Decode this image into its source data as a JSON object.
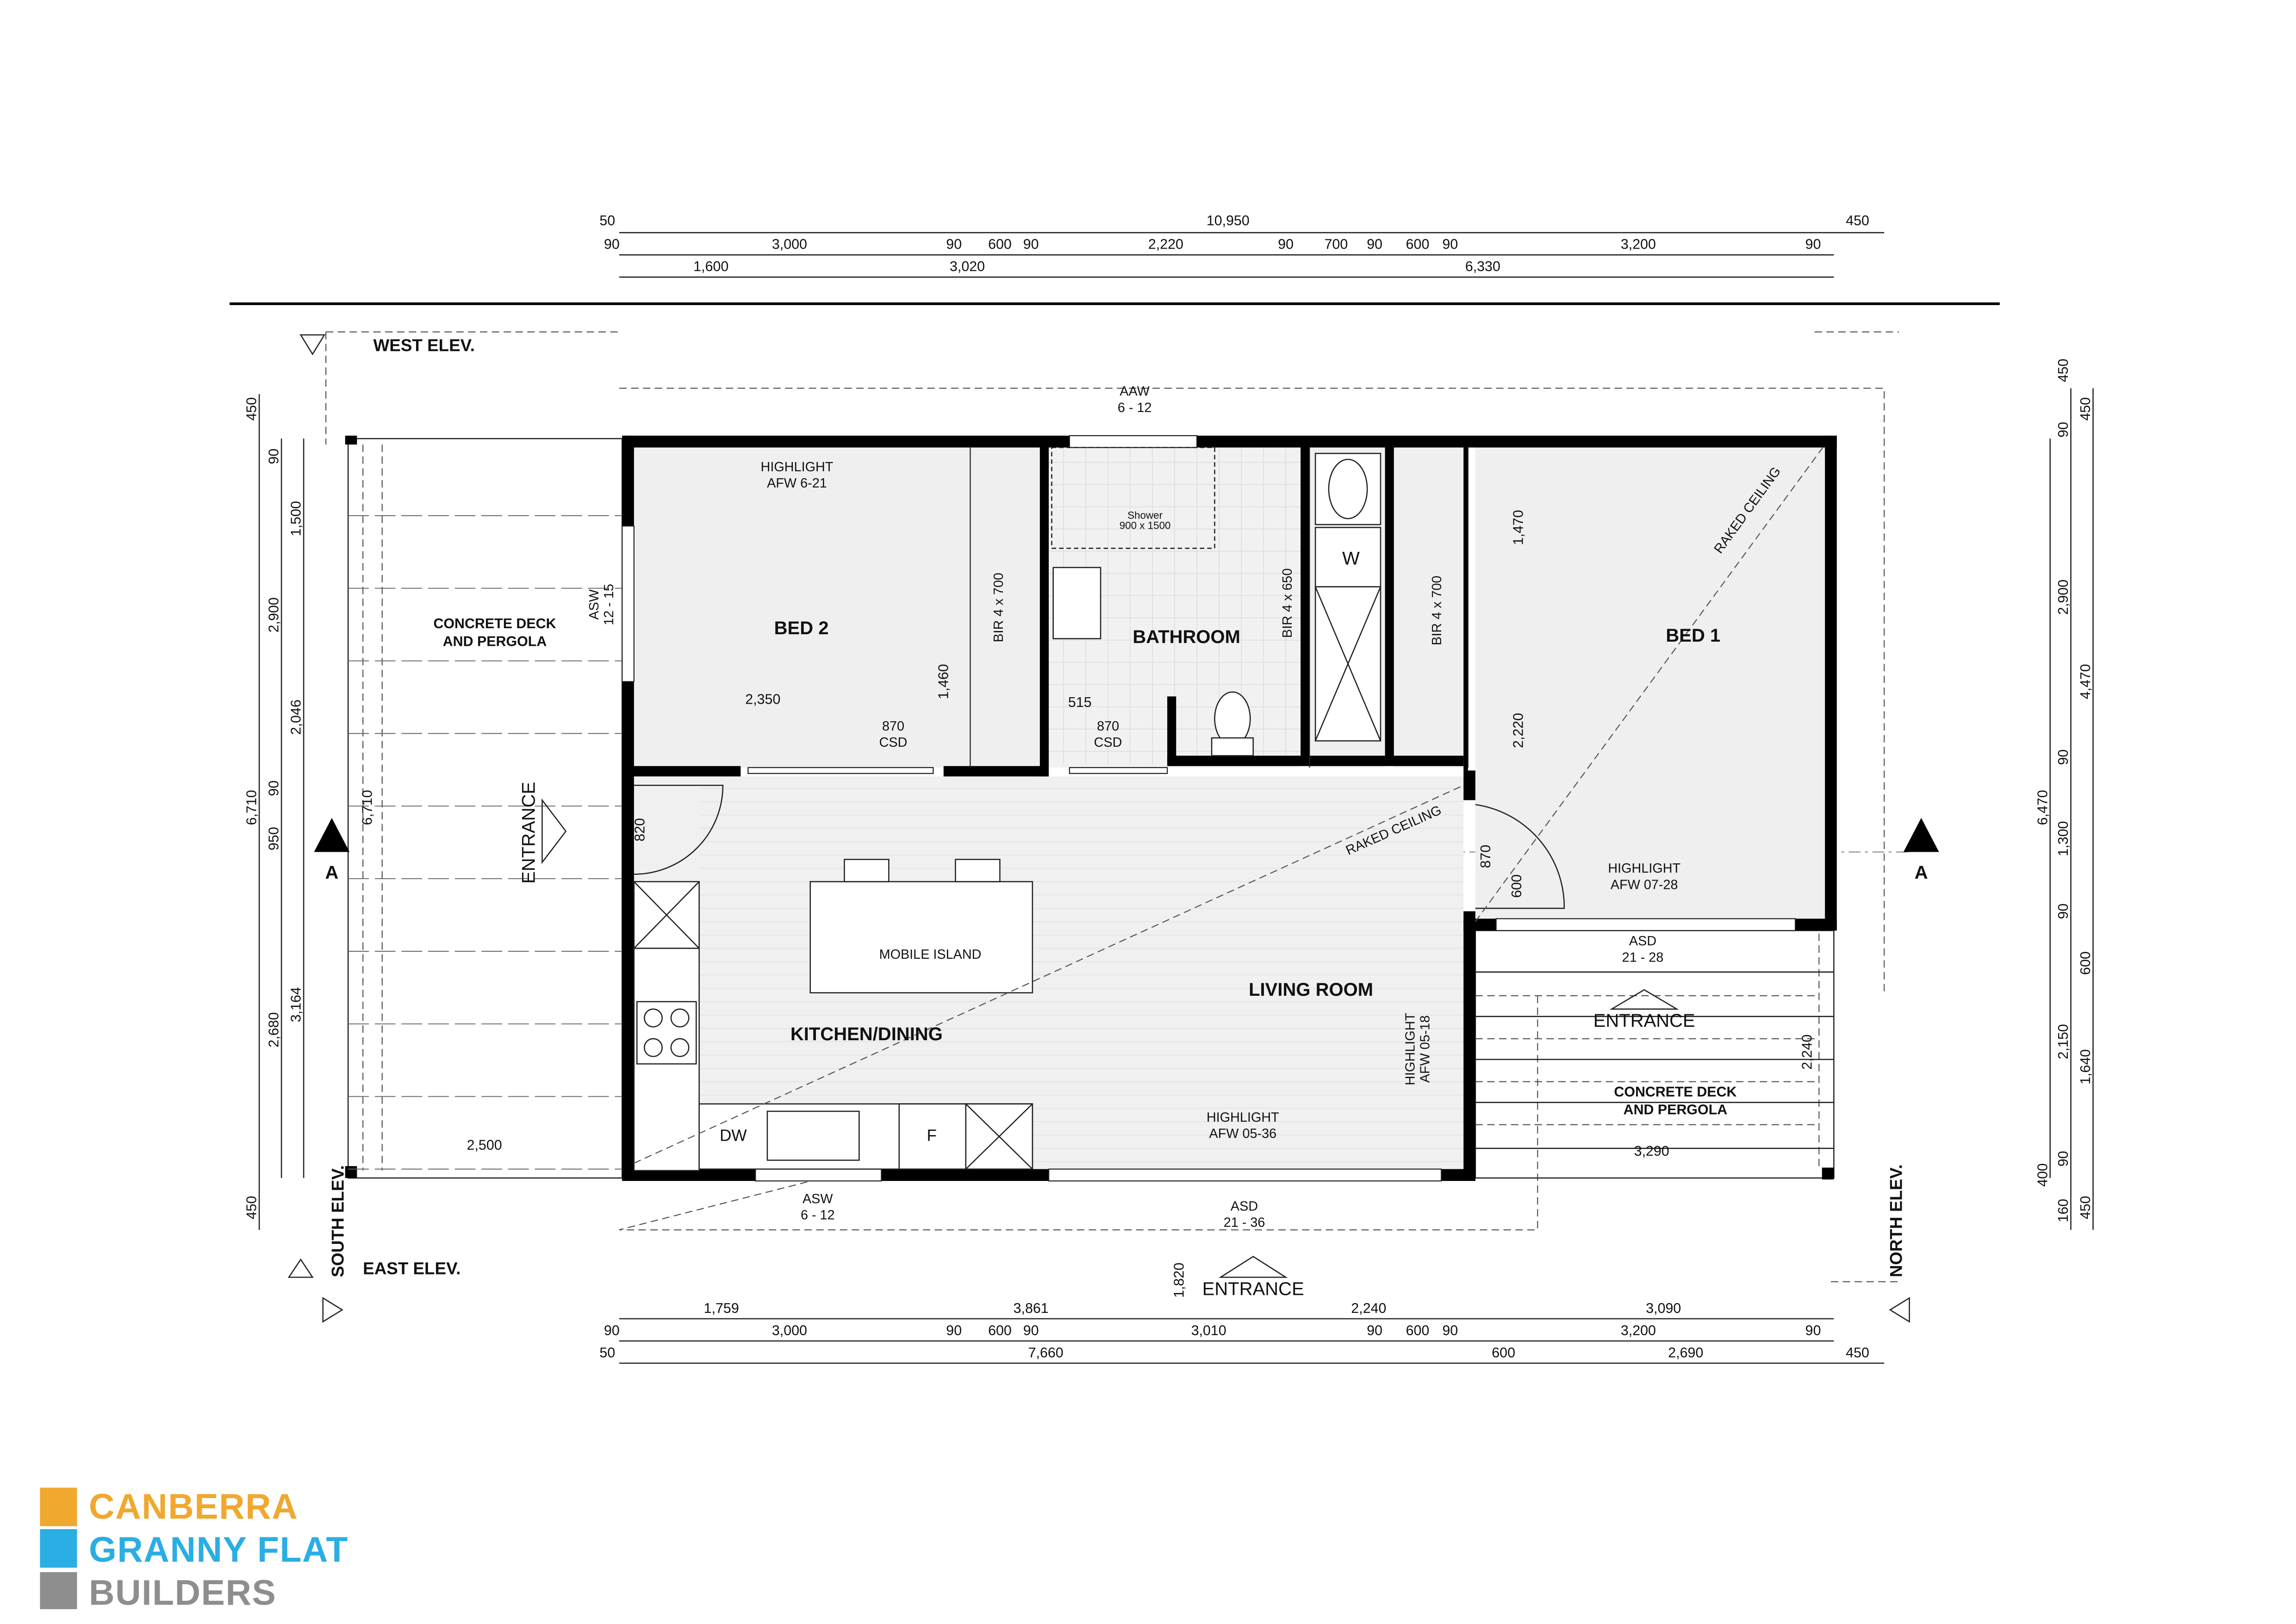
{
  "elevations": {
    "west": "WEST ELEV.",
    "east": "EAST ELEV.",
    "south": "SOUTH ELEV.",
    "north": "NORTH ELEV.",
    "section_left": "A",
    "section_right": "A"
  },
  "rooms": {
    "bed2": "BED 2",
    "bathroom": "BATHROOM",
    "bed1": "BED 1",
    "kitchen": "KITCHEN/DINING",
    "living": "LIVING ROOM",
    "island": "MOBILE ISLAND",
    "laundry": "W",
    "dishwasher": "DW",
    "fridge": "F",
    "deck_west": [
      "CONCRETE DECK",
      "AND PERGOLA"
    ],
    "deck_north": [
      "CONCRETE DECK",
      "AND PERGOLA"
    ]
  },
  "fixtures": {
    "shower": [
      "Shower",
      "900 x 1500"
    ],
    "bir_bed2": "BIR 4 x 700",
    "bir_bath": "BIR 4 x 650",
    "bir_bed1": "BIR 4 x 700"
  },
  "openings": {
    "aaw": [
      "AAW",
      "6 - 12"
    ],
    "highlight_bed2": [
      "HIGHLIGHT",
      "AFW 6-21"
    ],
    "asw_west": [
      "ASW",
      "12 - 15"
    ],
    "csd_bed2": [
      "870",
      "CSD"
    ],
    "csd_bath": [
      "870",
      "CSD"
    ],
    "highlight_bed1": [
      "HIGHLIGHT",
      "AFW 07-28"
    ],
    "asd_north": [
      "ASD",
      "21 - 28"
    ],
    "highlight_living_side": [
      "HIGHLIGHT",
      "AFW 05-18"
    ],
    "highlight_living": [
      "HIGHLIGHT",
      "AFW 05-36"
    ],
    "asw_east": [
      "ASW",
      "6 - 12"
    ],
    "asd_east": [
      "ASD",
      "21 - 36"
    ]
  },
  "annotations": {
    "raked_bed1": "RAKED CEILING",
    "raked_living": "RAKED CEILING",
    "entrance_west": "ENTRANCE",
    "entrance_north": "ENTRANCE",
    "entrance_east": "ENTRANCE",
    "d2350": "2,350",
    "d1460": "1,460",
    "d515": "515",
    "d1470": "1,470",
    "d2220": "2,220",
    "d820": "820",
    "d870": "870",
    "d600": "600",
    "d2240": "2,240",
    "d3290": "3,290",
    "d2500": "2,500",
    "d1820": "1,820",
    "d6710_inner": "6,710"
  },
  "dimensions": {
    "top_row1": [
      "50",
      "10,950",
      "450"
    ],
    "top_row2": [
      "90",
      "3,000",
      "90",
      "600",
      "90",
      "2,220",
      "90",
      "700",
      "90",
      "600",
      "90",
      "3,200",
      "90"
    ],
    "top_row3": [
      "1,600",
      "3,020",
      "6,330"
    ],
    "bottom_row1": [
      "1,759",
      "3,861",
      "2,240",
      "3,090"
    ],
    "bottom_row2": [
      "90",
      "3,000",
      "90",
      "600",
      "90",
      "3,010",
      "90",
      "600",
      "90",
      "3,200",
      "90"
    ],
    "bottom_row3": [
      "50",
      "7,660",
      "600",
      "2,690",
      "450"
    ],
    "left_col1": [
      "450",
      "6,710",
      "450"
    ],
    "left_col2": [
      "90",
      "2,900",
      "90",
      "950",
      "2,680"
    ],
    "left_col3": [
      "1,500",
      "2,046",
      "3,164"
    ],
    "right_col0": [
      "6,470",
      "400"
    ],
    "right_col1": [
      "450",
      "90",
      "2,900",
      "90",
      "1,300",
      "90",
      "2,150",
      "90",
      "160"
    ],
    "right_col2": [
      "450",
      "4,470",
      "600",
      "1,640",
      "450"
    ]
  },
  "logo": {
    "line1": "CANBERRA",
    "line2": "GRANNY FLAT",
    "line3": "BUILDERS",
    "colors": {
      "orange": "#F0A82E",
      "blue": "#2AAEE3",
      "gray": "#8E8E8E"
    }
  }
}
